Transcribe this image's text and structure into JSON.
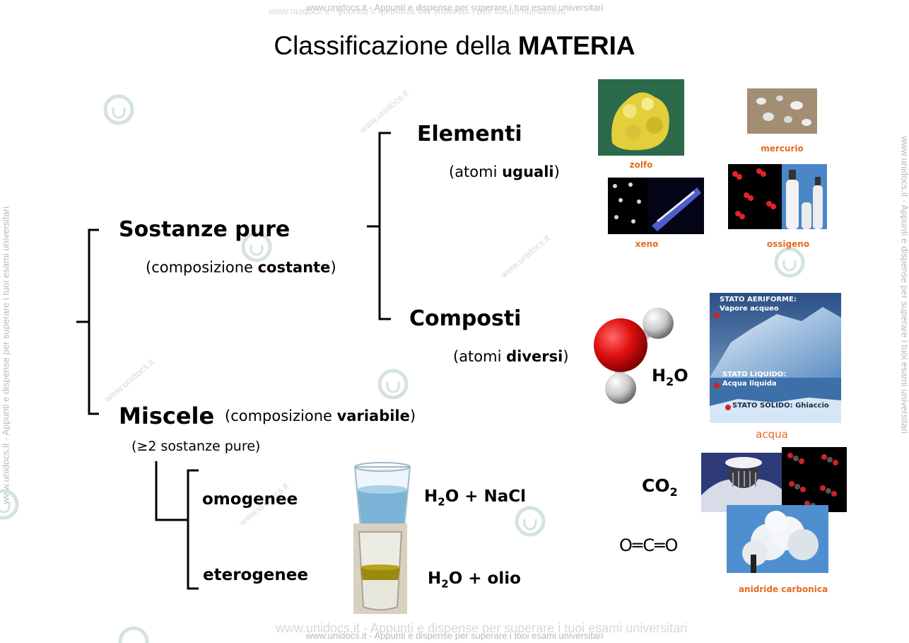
{
  "watermark": {
    "top": "www.unidocs.it - Appunti e dispense per superare i tuoi esami universitari",
    "bottom": "www.unidocs.it - Appunti e dispense per superare i tuoi esami universitari",
    "side_left": "www.unidocs.it - Appunti e dispense per superare i tuoi esami universitari",
    "side_right": "www.unidocs.it - Appunti e dispense per superare i tuoi esami universitari",
    "diag": "www.unidocs.it"
  },
  "title": {
    "normal": "Classificazione della ",
    "bold": "MATERIA"
  },
  "sostanze_pure": {
    "label": "Sostanze pure",
    "sub_pre": "(composizione ",
    "sub_bold": "costante",
    "sub_post": ")"
  },
  "elementi": {
    "label": "Elementi",
    "sub_pre": "(atomi ",
    "sub_bold": "uguali",
    "sub_post": ")"
  },
  "composti": {
    "label": "Composti",
    "sub_pre": "(atomi ",
    "sub_bold": "diversi",
    "sub_post": ")"
  },
  "miscele": {
    "label": "Miscele",
    "sub_pre": "(composizione ",
    "sub_bold": "variabile",
    "sub_post": ")",
    "note": "(≥2 sostanze pure)"
  },
  "omogenee": {
    "label": "omogenee",
    "formula_a": "H",
    "formula_sub": "2",
    "formula_b": "O + NaCl"
  },
  "eterogenee": {
    "label": "eterogenee",
    "formula_a": "H",
    "formula_sub": "2",
    "formula_b": "O + olio"
  },
  "examples": {
    "zolfo": "zolfo",
    "mercurio": "mercurio",
    "xeno": "xeno",
    "ossigeno": "ossigeno",
    "acqua": "acqua",
    "anidride": "anidride carbonica"
  },
  "water": {
    "f_a": "H",
    "f_sub": "2",
    "f_b": "O"
  },
  "co2": {
    "f_a": "CO",
    "f_sub": "2",
    "structure": "O═C═O"
  },
  "acqua_panel": {
    "aeriforme": "STATO AERIFORME:",
    "vapore": "Vapore acqueo",
    "liquido": "STATO LIQUIDO:",
    "acqua_liquida": "Acqua liquida",
    "solido": "STATO SOLIDO: Ghiaccio"
  },
  "colors": {
    "accent_caption": "#e66a1e",
    "watermark": "#b9b9b9"
  }
}
